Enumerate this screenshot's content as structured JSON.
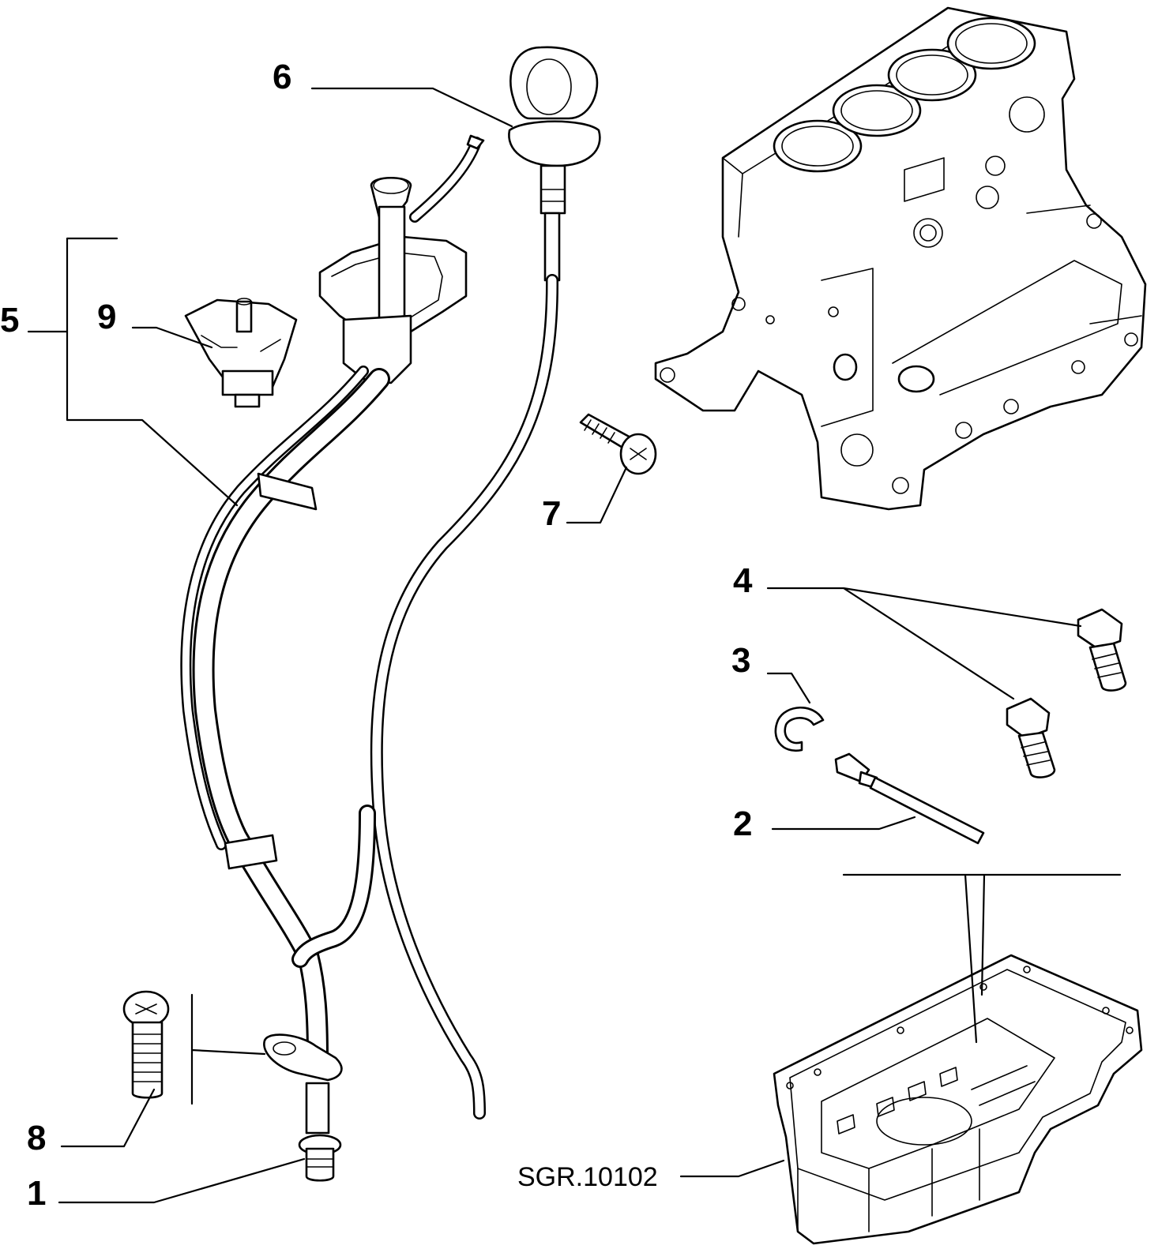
{
  "reference_code": "SGR.10102",
  "callouts": [
    {
      "id": "1",
      "label": "1"
    },
    {
      "id": "2",
      "label": "2"
    },
    {
      "id": "3",
      "label": "3"
    },
    {
      "id": "4",
      "label": "4"
    },
    {
      "id": "5",
      "label": "5"
    },
    {
      "id": "6",
      "label": "6"
    },
    {
      "id": "7",
      "label": "7"
    },
    {
      "id": "8",
      "label": "8"
    },
    {
      "id": "9",
      "label": "9"
    }
  ]
}
